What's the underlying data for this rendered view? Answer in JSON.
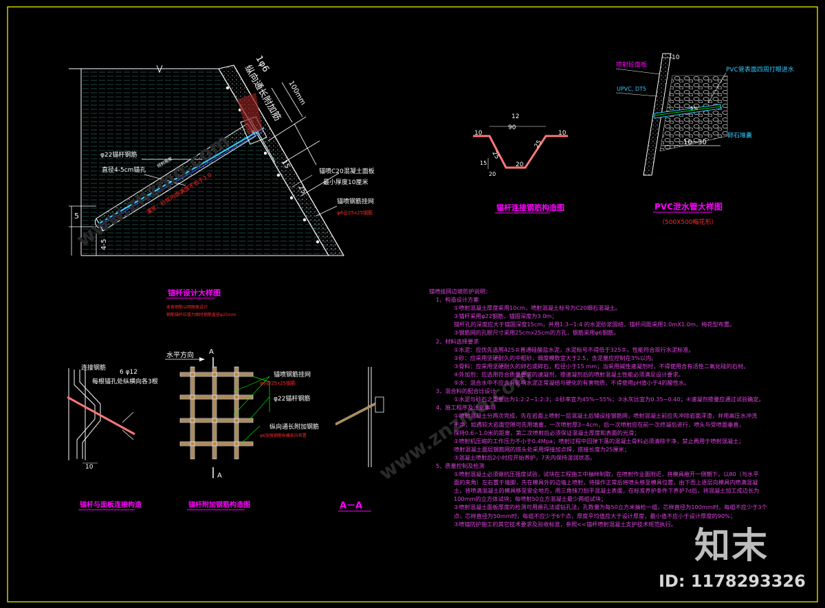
{
  "colors": {
    "background": "#000000",
    "frame": "#ffff00",
    "line": "#ffffff",
    "title_magenta": "#ff00ff",
    "red": "#ff2a2a",
    "green": "#00ff00",
    "cyan": "#30c8ff",
    "yellow": "#ffff00",
    "rock_hatch": "#1a3a3a",
    "rebar_brown": "#b08a5a"
  },
  "anchor_detail": {
    "title": "锚杆设计大样图",
    "note_line1": "本表钢筋以网图表设计",
    "note_line2": "钢筋锚杆拉拔力图时钢筋直径φ25mm",
    "label_rebar": "φ22锚杆钢筋",
    "label_hole": "直径4-5cm锚孔",
    "label_concrete": "锚喷C20混凝土面板",
    "label_min_thickness": "最小厚度10厘米",
    "label_mesh": "锚喷钢筋挂网",
    "label_mesh_spec": "φ6@25x25钢筋",
    "label_long_bar": "纵向通长附加筋",
    "label_phi6": "1φ6",
    "dim_100": "100mm",
    "dim_5": "5",
    "dim_45": "4-5",
    "dim_15": "15",
    "dim_25": "25",
    "label_angle": "倾斜角度",
    "label_grout": "灌浆：砂浆内饱满度不低于2.0"
  },
  "bend_detail": {
    "title": "锚杆连接钢筋构造图",
    "d_12": "12",
    "d_90": "90",
    "d_10a": "10",
    "d_10b": "10",
    "d_25a": "25",
    "d_25b": "25",
    "d_20": "20",
    "d_15": "15",
    "d_20b": "20"
  },
  "pvc_detail": {
    "title": "PVC泄水管大样图",
    "subtitle": "（500X500梅花形）",
    "label_panel": "喷射砼面板",
    "label_pvc": "PVC管表面四周打眼进水",
    "label_upvc": "UPVC, DT5",
    "label_slope": "5%",
    "label_gravel": "卵石堆囊",
    "dim_10": "10",
    "dim_1030": "10~30"
  },
  "connect_detail": {
    "title": "锚杆与面板连接构造",
    "label_bar": "连接钢筋",
    "label_bar_spec": "6 φ12",
    "label_each": "每根锚孔处纵横向各3根",
    "dim_10": "10"
  },
  "grid_detail": {
    "title": "锚杆附加钢筋构造图",
    "label_horizontal": "水平方向",
    "label_mesh": "锚喷钢筋挂网",
    "label_mesh_spec": "φ6@25x25钢筋",
    "label_rebar": "φ22锚杆钢筋",
    "label_long": "纵向通长附加钢筋",
    "label_long_spec": "φ6加强钢筋纵横各向布置",
    "section_mark_top": "A",
    "section_mark_bottom": "A"
  },
  "section_aa": {
    "title": "A－A"
  },
  "notes": {
    "heading": "锚喷挂网边坡防护说明：",
    "items": [
      {
        "cls": "sub",
        "text": "1、构造设计方案"
      },
      {
        "cls": "indent",
        "text": "①喷射混凝土厚度采用10cm，喷射混凝土标号为C20细石混凝土。"
      },
      {
        "cls": "indent",
        "text": "②锚杆采用φ22钢筋，锚固深度为3.0m；"
      },
      {
        "cls": "indent",
        "text": "  锚杆孔的深度应大于锚固深度15cm，并用1:3~1:4 的水泥砂浆固结，锚杆间距采用1.0mX1.0m，梅花型布置。"
      },
      {
        "cls": "indent",
        "text": "③钢筋网的孔眼尺寸采用25cmx25cm的方孔，钢筋采用φ6钢筋。"
      },
      {
        "cls": "sub",
        "text": "2、材料选择要求"
      },
      {
        "cls": "indent",
        "text": "①水泥：应优先选用425＃普通硅酸盐水泥，水泥标号不得低于325＃，性能符合现行水泥标准。"
      },
      {
        "cls": "indent",
        "text": "②砂：应采用坚硬耐久的中粗砂，细度模数宜大于2.5，含泥量应控制在3%以内。"
      },
      {
        "cls": "indent",
        "text": "③骨料：应采用坚硬耐久的卵石或碎石，粒径小于15 mm；当采用碱性速凝剂时，不得使用含有活性二氧化硅的石材。"
      },
      {
        "cls": "indent",
        "text": "④外加剂：应选用符合质量要求的速凝剂，掺速凝剂后的喷射混凝土性能必须满足设计要求。"
      },
      {
        "cls": "indent",
        "text": "⑤水：混合水中不应含有影响水泥正常凝结与硬化的有害物质，不得使用pH值小于4的酸性水。"
      },
      {
        "cls": "sub",
        "text": "3、混合料的配合比设计"
      },
      {
        "cls": "indent",
        "text": "①水泥与砂石之重量比为1:2:2~1:2:3；②砂率宜为45%~55%；③水灰比宜为0.35~0.40；④速凝剂掺量应通过试验确定。"
      },
      {
        "cls": "sub",
        "text": "4、施工程序及注意事项"
      },
      {
        "cls": "indent",
        "text": "①喷射混凝土分两次完成，先在岩面上喷射一层混凝土后铺设挂钢筋网，喷射混凝土前应先冲除岩面浮渣，并用高压水冲洗"
      },
      {
        "cls": "indent",
        "text": "  干净，如遇较大岩面空隙可先用填塞，一次喷射厚3~4cm，后一次喷射应在前一次终凝后进行，喷头与受喷面垂直，"
      },
      {
        "cls": "indent",
        "text": "  保持0.6~1.0米的距离，第二次喷射后必须保证混凝土厚度和表面的光滑；"
      },
      {
        "cls": "indent",
        "text": "②喷射机压缩的工作压力不小于0.4Mpa；喷射过程中回弹下落的混凝土骨料必须清除干净，禁止再用于喷射混凝土；"
      },
      {
        "cls": "indent",
        "text": "  喷射混凝土面层钢筋网的搭头处采用焊接加点焊，搭接长度为25厘米；"
      },
      {
        "cls": "indent",
        "text": "③混凝土喷射后2小时应开始养护，7天内保持湿润状态。"
      },
      {
        "cls": "sub",
        "text": "5、质量控制及检测"
      },
      {
        "cls": "indent",
        "text": "①喷射混凝土必须做抗压强度试验，试块在工程施工中抽样制取，在喷射作业面附近，将模具敞开一侧朝下，以80（与水平"
      },
      {
        "cls": "indent",
        "text": "  面的夹角）左右置于墙脚，先在模具外的边墙上喷射，待操作正常后将喷头移至模具位置，由下而上逐层向模具内喷满混凝"
      },
      {
        "cls": "indent",
        "text": "  土，将喷满混凝土的模具移至安全地方，用三角抹刀刮平混凝土表面，在标准养护条件下养护7d后，将混凝土加工成边长为"
      },
      {
        "cls": "indent",
        "text": "  100mm的立方体试块；每喷射50立方混凝土最少两组试块；"
      },
      {
        "cls": "indent",
        "text": "  ②喷射混凝土面板厚度的检测可用凿孔法或钻孔法，孔数量为每50立方米抽检一组，芯样直径为100mm时，每组不应少于3个"
      },
      {
        "cls": "indent",
        "text": "    点，芯样直径为50mm时，每组不应少于6个点，厚度平均值应大于设计厚度，最小值不应小于设计厚度的90%；"
      },
      {
        "cls": "indent",
        "text": "  ③喷锚防护施工的其它技术要求及验收标准，参照<<锚杆喷射混凝土支护技术规范执行。"
      }
    ]
  },
  "watermark": {
    "logo": "知末",
    "id": "ID: 1178293326",
    "site": "www.znzmo.com"
  }
}
